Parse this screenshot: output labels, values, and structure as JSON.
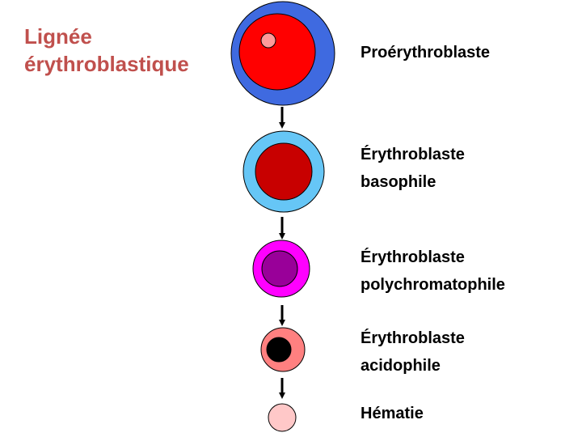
{
  "title": {
    "line1": "Lignée",
    "line2": "érythroblastique"
  },
  "stages": [
    {
      "line1": "Proérythroblaste",
      "line2": "",
      "cytoplasm_color": "#3f6ae0",
      "nucleus_color": "#ff0000",
      "nucleolus_color": "#ff9999"
    },
    {
      "line1": "Érythroblaste",
      "line2": "basophile",
      "cytoplasm_color": "#66c6f6",
      "nucleus_color": "#c80000"
    },
    {
      "line1": "Érythroblaste",
      "line2": "polychromatophile",
      "cytoplasm_color": "#ff00ff",
      "nucleus_color": "#990099"
    },
    {
      "line1": "Érythroblaste",
      "line2": "acidophile",
      "cytoplasm_color": "#ff8080",
      "nucleus_color": "#000000"
    },
    {
      "line1": "Hématie",
      "line2": "",
      "cytoplasm_color": "#ffc8c8"
    }
  ],
  "arrow_color": "#000000"
}
